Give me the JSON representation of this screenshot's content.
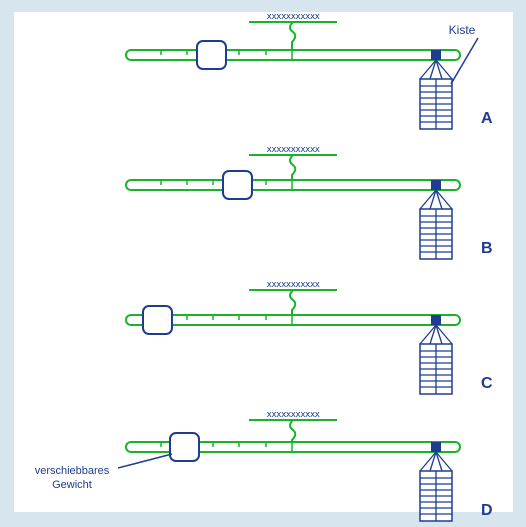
{
  "annotations": {
    "kiste": "Kiste",
    "weight_line1": "verschiebbares",
    "weight_line2": "Gewicht"
  },
  "scales": [
    {
      "label": "A",
      "weight_state": "middle-left"
    },
    {
      "label": "B",
      "weight_state": "near-pivot"
    },
    {
      "label": "C",
      "weight_state": "far-left"
    },
    {
      "label": "D",
      "weight_state": "left"
    }
  ],
  "colors": {
    "beam": "#18b329",
    "outline": "#1f3d8f",
    "hanger": "#1f3d8f",
    "background": "#d7e5ee",
    "panel": "#ffffff"
  }
}
